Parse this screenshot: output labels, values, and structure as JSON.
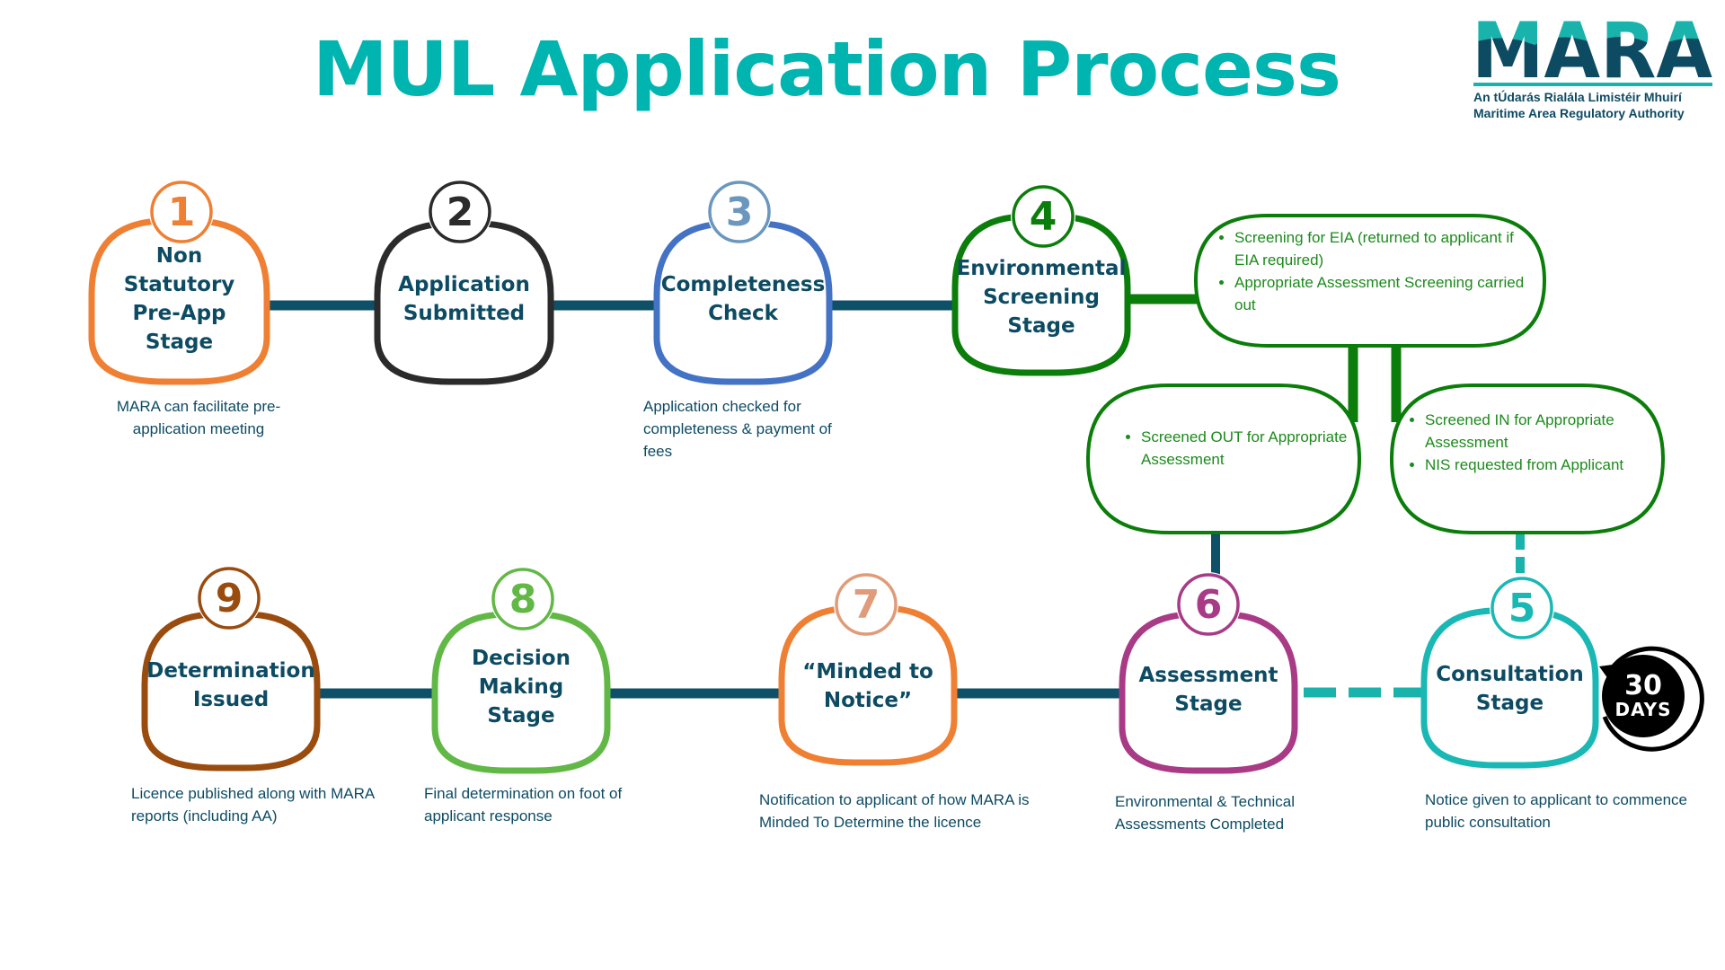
{
  "header": {
    "title": "MUL Application Process"
  },
  "logo": {
    "wordmark": "MARA",
    "line1": "An tÚdarás Rialála Limistéir Mhuirí",
    "line2": "Maritime Area Regulatory Authority",
    "colors": {
      "top": "#1ab3ab",
      "bottom": "#0d4b63"
    }
  },
  "colors": {
    "connector": "#0d5068",
    "dashed_connector": "#1ab3ab",
    "label_text": "#0d4b63",
    "bubble_border": "#0b7d0b",
    "bubble_text": "#1c8a1c"
  },
  "stages": [
    {
      "number": "1",
      "name": "Non Statutory Pre-App Stage",
      "lines": [
        "Non",
        "Statutory",
        "Pre-App",
        "Stage"
      ],
      "color": "#ef7f33",
      "badge_color": "#ef7f33",
      "description": "MARA can facilitate pre-application meeting"
    },
    {
      "number": "2",
      "name": "Application Submitted",
      "lines": [
        "Application",
        "Submitted"
      ],
      "color": "#2b2b2b",
      "badge_color": "#2b2b2b",
      "description": ""
    },
    {
      "number": "3",
      "name": "Completeness Check",
      "lines": [
        "Completeness",
        "Check"
      ],
      "color": "#4472c4",
      "badge_color": "#6b97bf",
      "description": "Application checked for completeness & payment of fees"
    },
    {
      "number": "4",
      "name": "Environmental Screening Stage",
      "lines": [
        "Environmental",
        "Screening",
        "Stage"
      ],
      "color": "#0b7d0b",
      "badge_color": "#0b7d0b",
      "description": ""
    },
    {
      "number": "5",
      "name": "Consultation Stage",
      "lines": [
        "Consultation",
        "Stage"
      ],
      "color": "#1ab8b4",
      "badge_color": "#1ab8b4",
      "description": "Notice given to applicant to commence public consultation"
    },
    {
      "number": "6",
      "name": "Assessment Stage",
      "lines": [
        "Assessment",
        "Stage"
      ],
      "color": "#a83a86",
      "badge_color": "#a83a86",
      "description": "Environmental & Technical Assessments Completed"
    },
    {
      "number": "7",
      "name": "“Minded to Notice”",
      "lines": [
        "“Minded to",
        "Notice”"
      ],
      "color": "#ef7f33",
      "badge_color": "#e09b7a",
      "description": "Notification to applicant of how MARA is Minded To Determine the licence"
    },
    {
      "number": "8",
      "name": "Decision Making Stage",
      "lines": [
        "Decision",
        "Making",
        "Stage"
      ],
      "color": "#62b846",
      "badge_color": "#62b846",
      "description": "Final determination on foot of applicant response"
    },
    {
      "number": "9",
      "name": "Determination Issued",
      "lines": [
        "Determination",
        "Issued"
      ],
      "color": "#9a4b0e",
      "badge_color": "#9a4b0e",
      "description": "Licence published along with MARA reports (including AA)"
    }
  ],
  "screening_boxes": {
    "top": [
      "Screening for EIA (returned to applicant if EIA required)",
      "Appropriate Assessment Screening carried out"
    ],
    "screened_out": [
      "Screened OUT for Appropriate Assessment"
    ],
    "screened_in": [
      "Screened IN for Appropriate Assessment",
      "NIS requested from Applicant"
    ]
  },
  "consultation_badge": {
    "number": "30",
    "unit": "DAYS",
    "icon": "circular-arrow-timer-icon"
  }
}
